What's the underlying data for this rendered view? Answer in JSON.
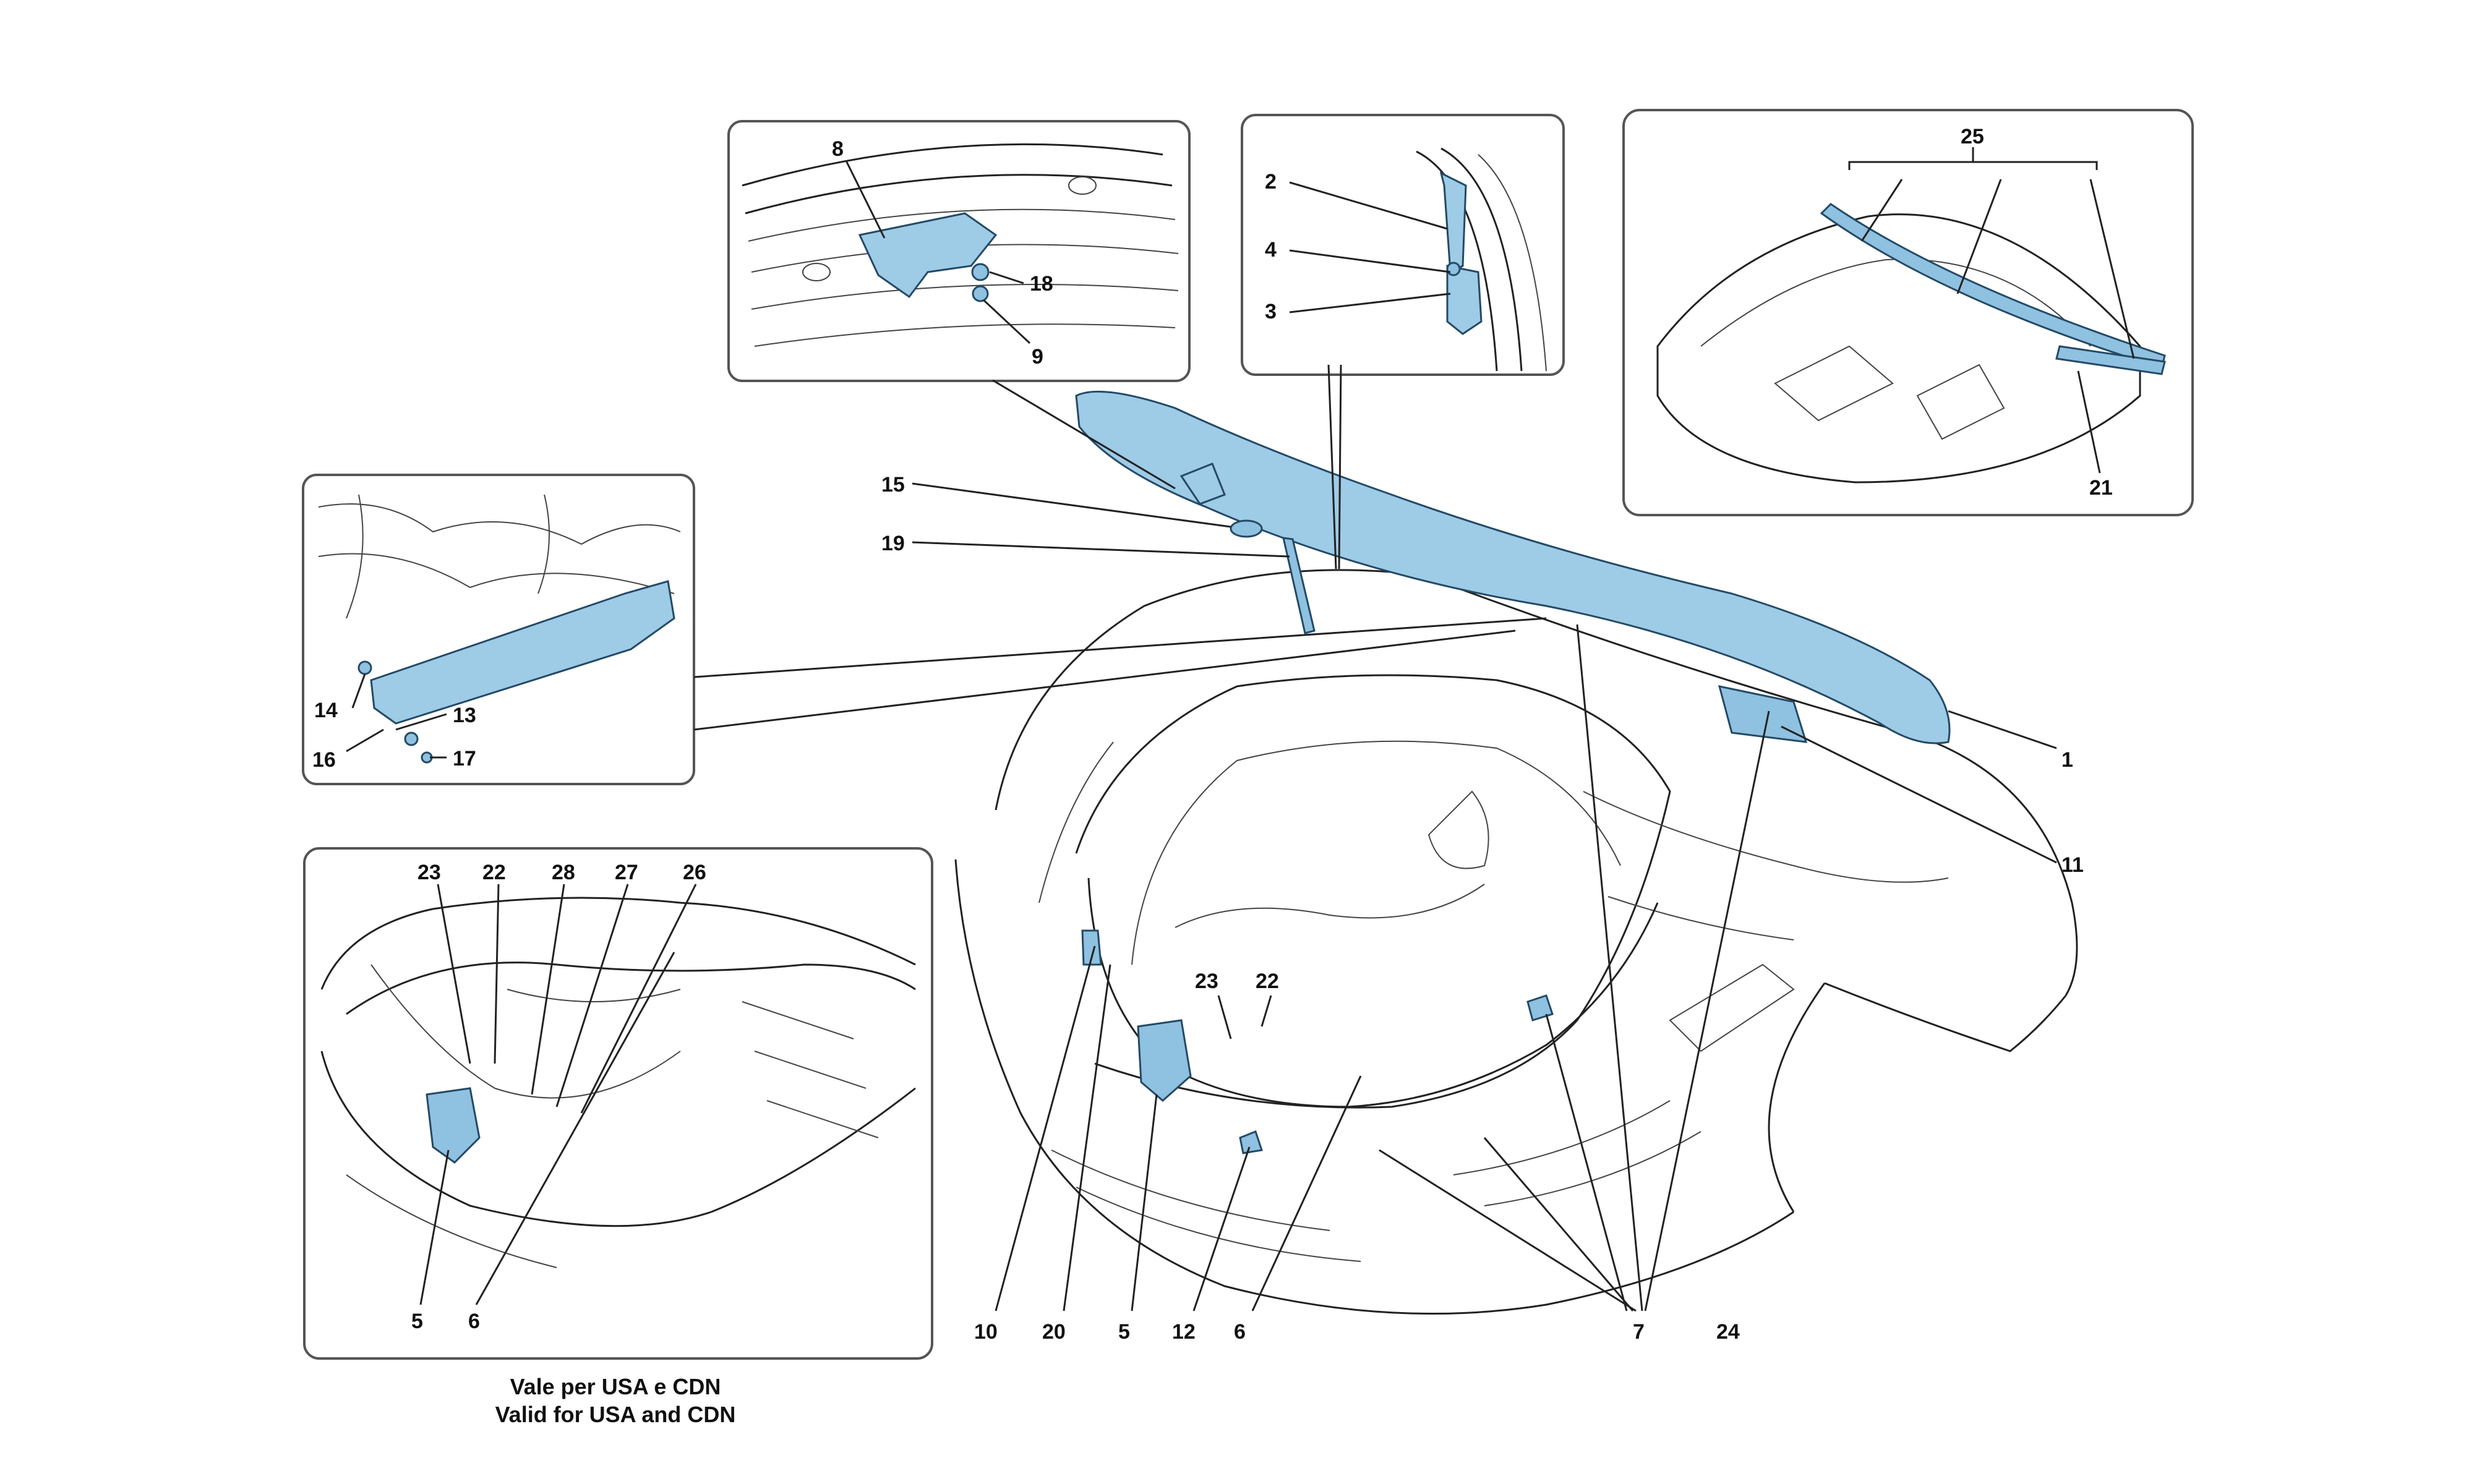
{
  "callouts": {
    "n1": "1",
    "n2": "2",
    "n3": "3",
    "n4": "4",
    "n5a": "5",
    "n5b": "5",
    "n6a": "6",
    "n6b": "6",
    "n7": "7",
    "n8": "8",
    "n9": "9",
    "n10": "10",
    "n11": "11",
    "n12": "12",
    "n13": "13",
    "n14": "14",
    "n15": "15",
    "n16": "16",
    "n17": "17",
    "n18": "18",
    "n19": "19",
    "n20": "20",
    "n21": "21",
    "n22a": "22",
    "n22b": "22",
    "n23a": "23",
    "n23b": "23",
    "n24": "24",
    "n25": "25",
    "n26": "26",
    "n27": "27",
    "n28": "28"
  },
  "caption": {
    "line1": "Vale per USA e CDN",
    "line2": "Valid for USA and CDN"
  },
  "colors": {
    "part_fill": "#9ecbe6",
    "part_stroke": "#244a66",
    "line": "#222222"
  }
}
